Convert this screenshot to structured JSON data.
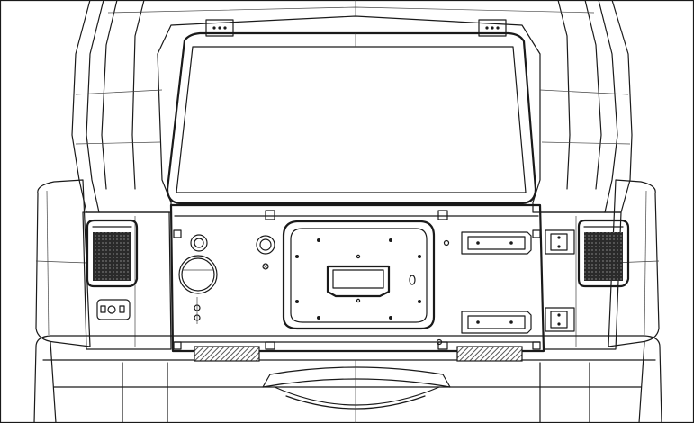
{
  "figure": {
    "subject": "rear-view-line-drawing",
    "colors": {
      "line": "#1a1a1a",
      "background": "#ffffff",
      "hatch": "#555555"
    },
    "components": [
      "roof",
      "rear-window",
      "tailgate",
      "spare-tire-mount-plate",
      "left-tail-light",
      "right-tail-light",
      "rear-bumper",
      "left-fender-flare",
      "right-fender-flare",
      "tailgate-hinges",
      "license-lamp",
      "third-brake-mounts"
    ]
  }
}
